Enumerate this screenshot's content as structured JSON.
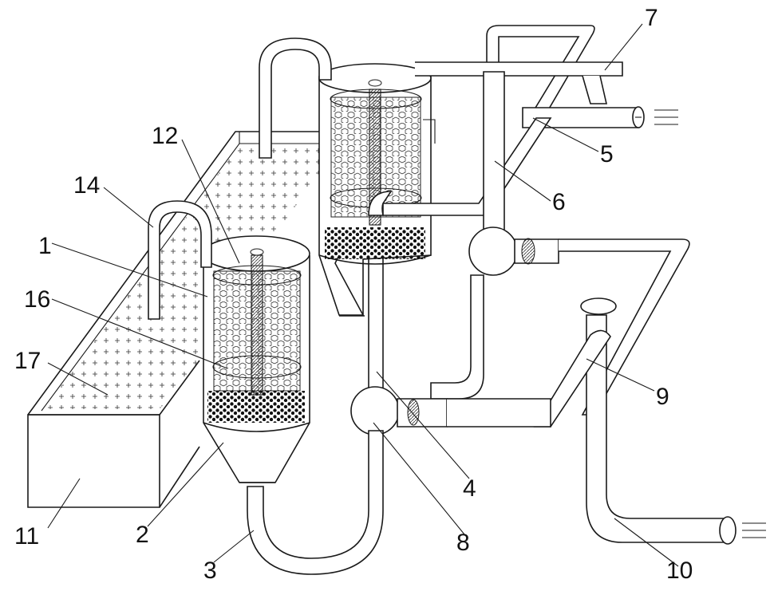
{
  "callouts": {
    "c1": "1",
    "c2": "2",
    "c3": "3",
    "c4": "4",
    "c5": "5",
    "c6": "6",
    "c7": "7",
    "c8": "8",
    "c9": "9",
    "c10": "10",
    "c11": "11",
    "c12": "12",
    "c14": "14",
    "c16": "16",
    "c17": "17"
  }
}
